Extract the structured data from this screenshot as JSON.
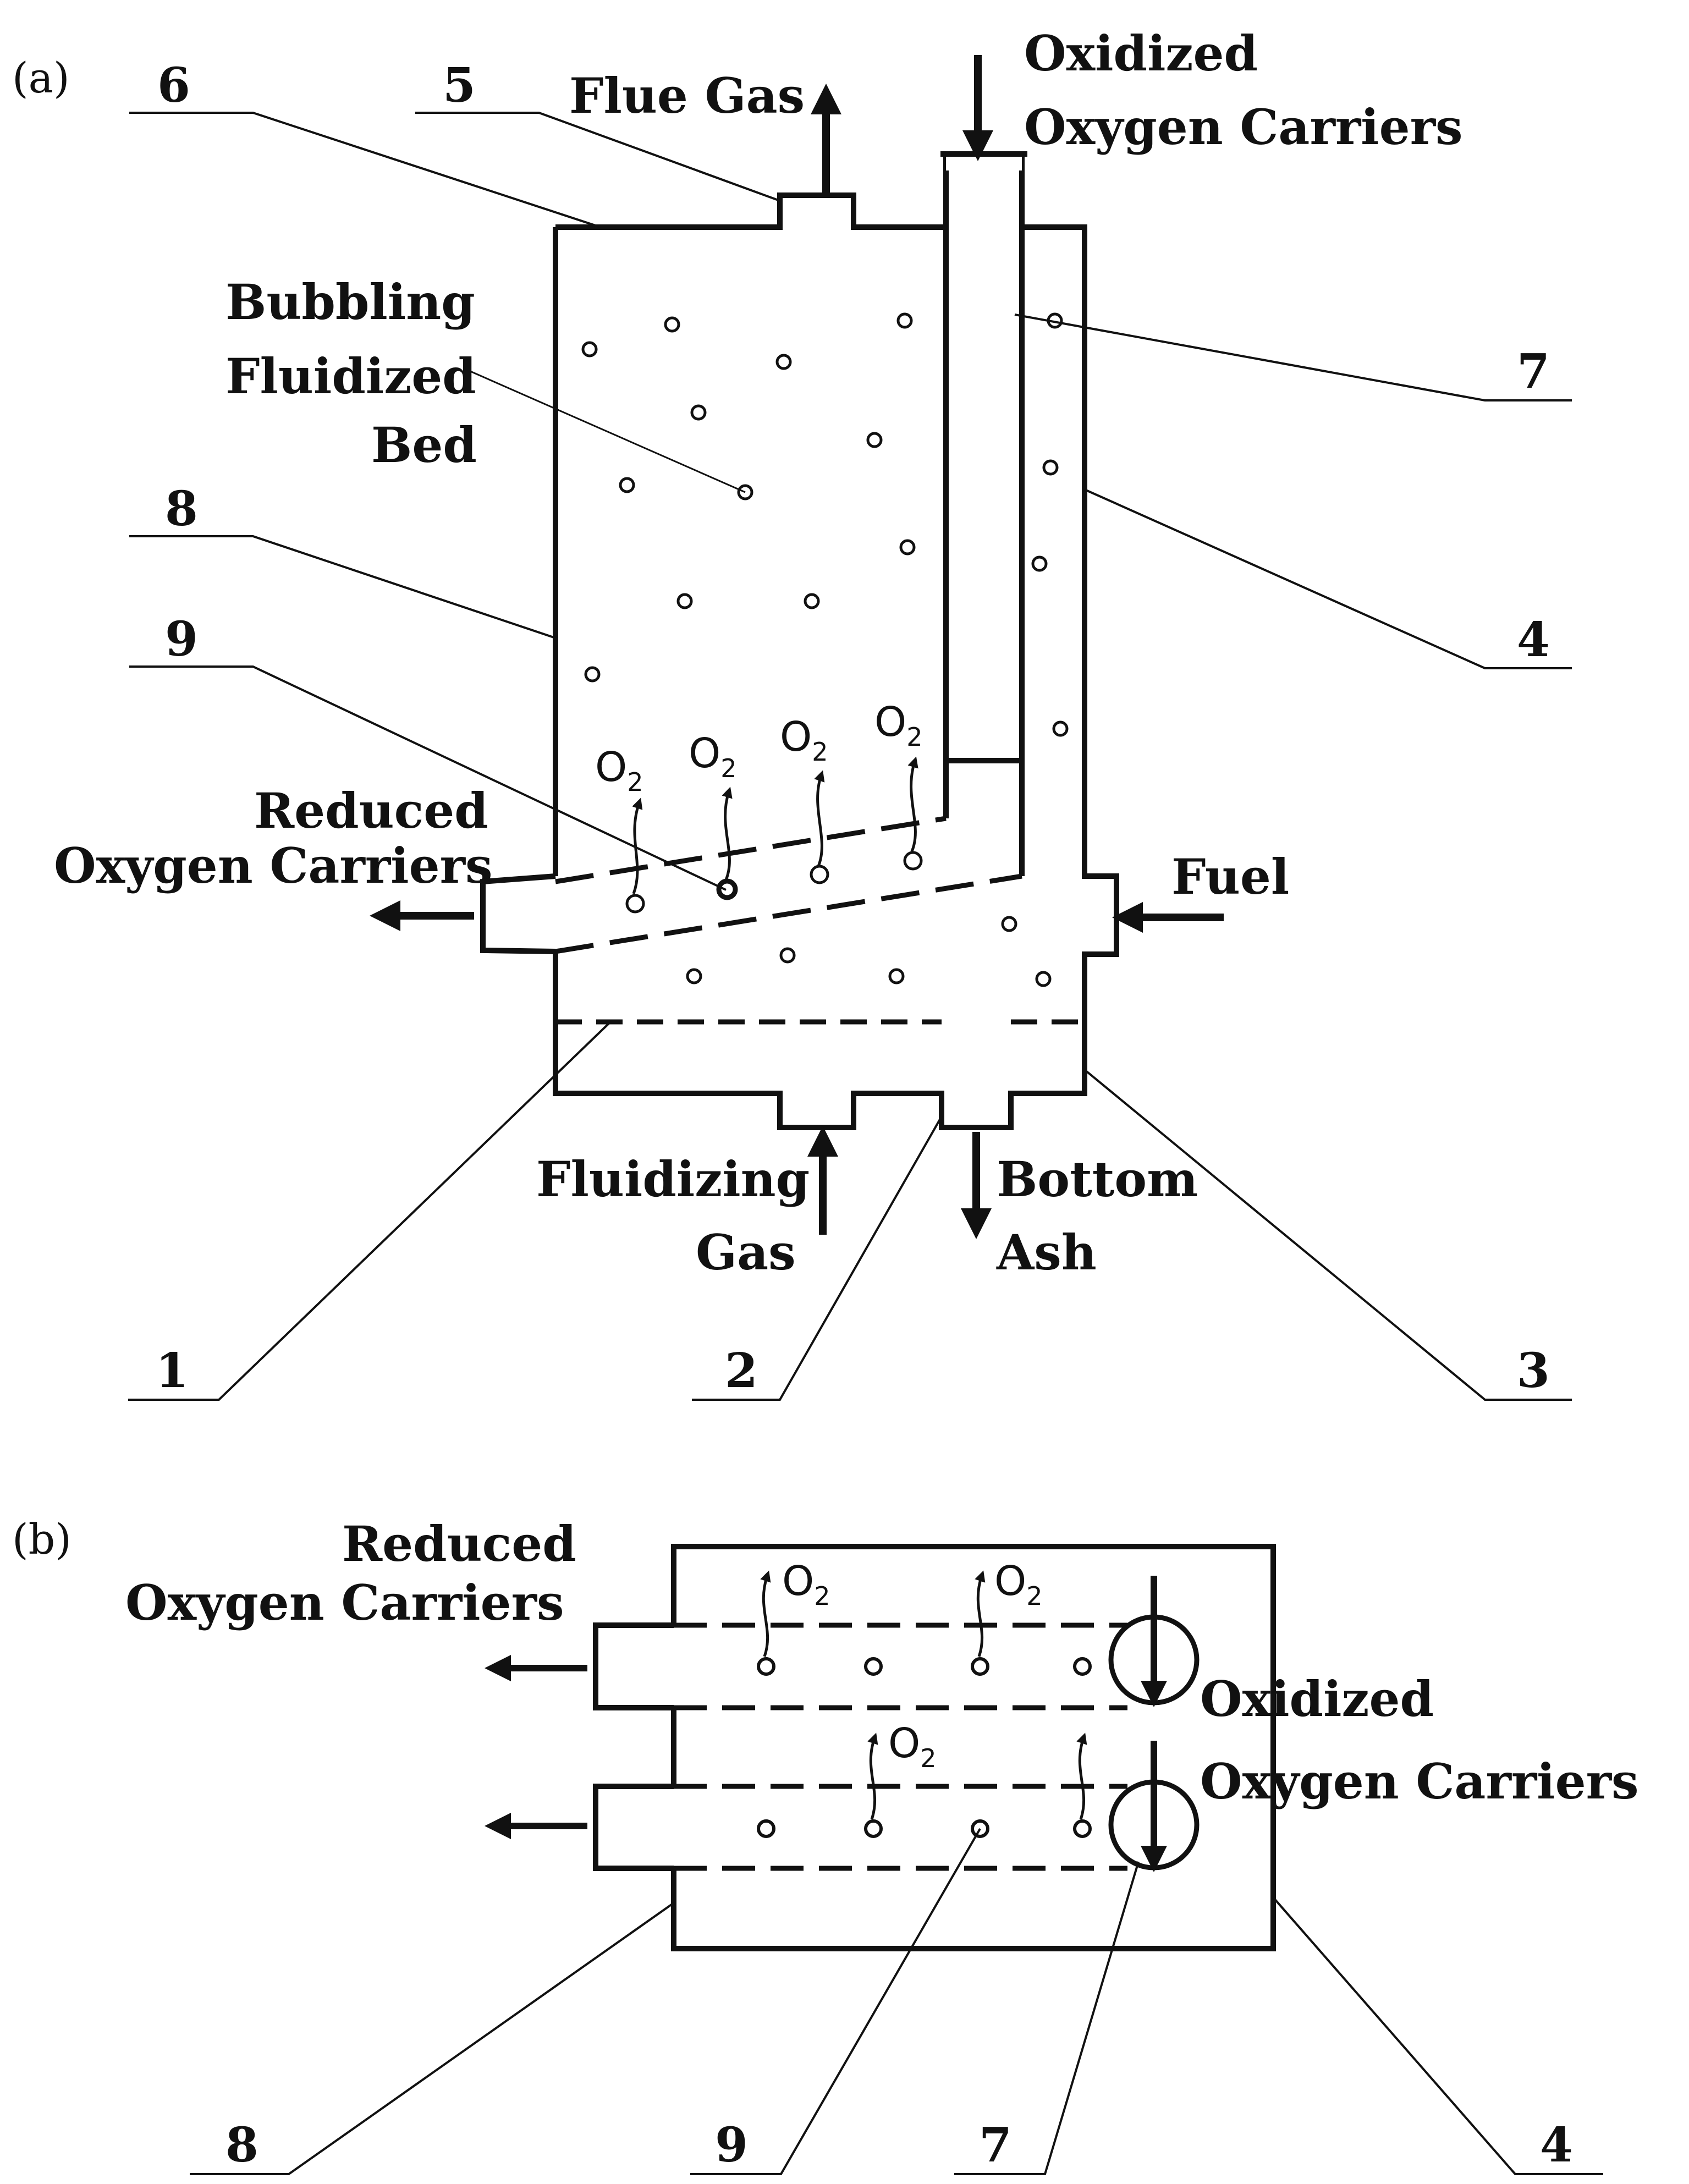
{
  "panel_a": {
    "tag": "(a)",
    "labels": {
      "flue_gas": "Flue Gas",
      "oxidized_line1": "Oxidized",
      "oxidized_line2": "Oxygen Carriers",
      "bed_line1": "Bubbling",
      "bed_line2": "Fluidized",
      "bed_line3": "Bed",
      "reduced_line1": "Reduced",
      "reduced_line2": "Oxygen Carriers",
      "fuel": "Fuel",
      "fluidizing_line1": "Fluidizing",
      "fluidizing_line2": "Gas",
      "bottom_line1": "Bottom",
      "bottom_line2": "Ash"
    },
    "numbers": [
      "1",
      "2",
      "3",
      "4",
      "5",
      "6",
      "7",
      "8",
      "9"
    ],
    "o2": {
      "main": "O",
      "sub": "2"
    }
  },
  "panel_b": {
    "tag": "(b)",
    "labels": {
      "reduced_line1": "Reduced",
      "reduced_line2": "Oxygen Carriers",
      "oxidized_line1": "Oxidized",
      "oxidized_line2": "Oxygen Carriers"
    },
    "numbers": [
      "8",
      "9",
      "7",
      "4"
    ],
    "o2": {
      "main": "O",
      "sub": "2"
    }
  }
}
